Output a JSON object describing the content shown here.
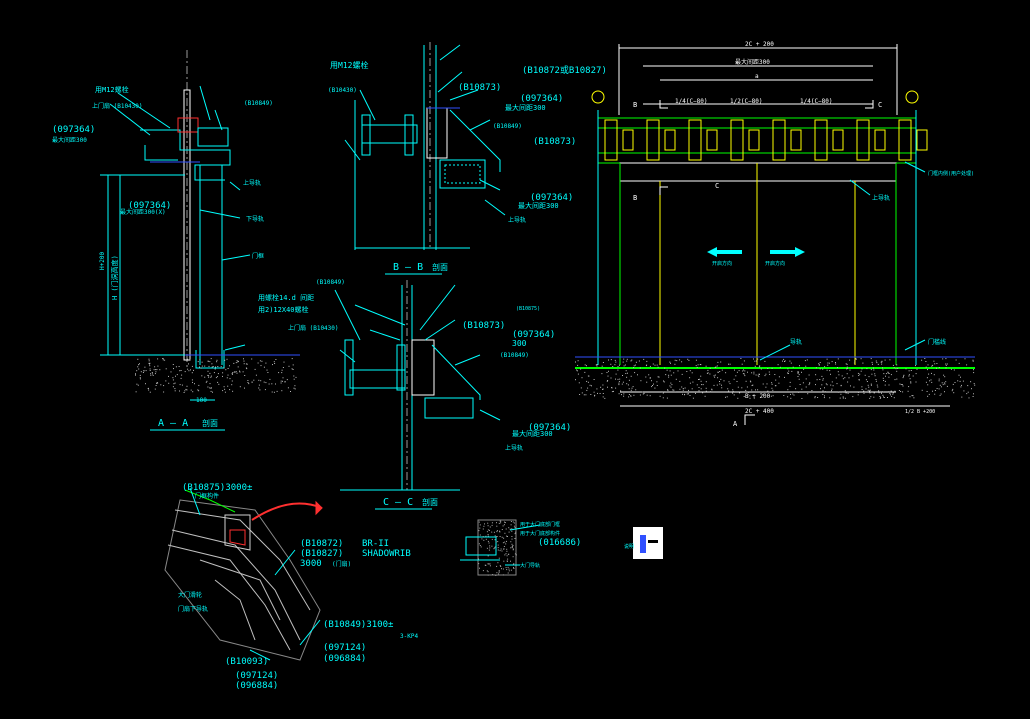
{
  "colors": {
    "background": "#000000",
    "cyan": "#00ffff",
    "white": "#ffffff",
    "yellow": "#ffff00",
    "green": "#00ff00",
    "blue": "#3050ff",
    "red": "#ff2020",
    "grey": "#9a9a9a"
  },
  "section_aa": {
    "title": "A — A",
    "suffix": "剖面",
    "labels": {
      "m12": "用M12螺栓",
      "ref_b10430": "上门扇 (B10430)",
      "dim_097364_a": "(097364)",
      "dim_300_a": "最大间距300",
      "ref_b10849": "(B10849)",
      "dim_097364_b": "(097364)",
      "dim_300_b": "最大间距300(X)",
      "h_plus": "H+200",
      "h_text": "H (门洞高度)",
      "dim_100": "100",
      "frame": "门框",
      "upper": "上导轨",
      "lower": "下导轨"
    }
  },
  "section_bb": {
    "title": "B — B",
    "suffix": "剖面",
    "labels": {
      "m12": "用M12螺栓",
      "b10430": "(B10430)",
      "b10873": "(B10873)",
      "dim_097364_a": "(097364)",
      "dim_300_a": "最大间距300",
      "b10849": "(B10849)",
      "dim_097364_b": "(097364)",
      "dim_300_b": "最大间距300",
      "upper": "上导轨"
    }
  },
  "section_cc": {
    "title": "C — C",
    "suffix": "剖面",
    "labels": {
      "b10849": "(B10849)",
      "bolt": "用螺栓14.d 间距",
      "chain": "用2)12X40螺栓",
      "b10430": "上门扇 (B10430)",
      "b10873": "(B10873)",
      "b10875": "(B10875)",
      "dim_097364_a": "(097364)",
      "dim_300_a": "300",
      "b10849_b": "(B10849)",
      "dim_097364_b": "(097364)",
      "dim_300_b": "最大间距300",
      "upper": "上导轨"
    }
  },
  "elevation": {
    "top_dim": "2C + 200",
    "inner_dim": "最大间距300",
    "a_dim": "a",
    "refs_top": "(B10872或B10827)",
    "quarter_l": "1/4(C−80)",
    "half": "1/2(C−80)",
    "quarter_r": "1/4(C−80)",
    "b10873": "(B10873)",
    "label_b": "B",
    "label_c": "C",
    "label_a": "A",
    "open_left": "开启方向",
    "open_right": "开启方向",
    "upper_track": "上导轨",
    "bottom_dim": "B + 200",
    "total_dim": "2C + 400",
    "right_dim": "1/2 B +200",
    "right_note": "门框内侧(用户处理)",
    "floor_note": "门槛线",
    "guide": "导轨"
  },
  "isometric": {
    "ref1": "(B10875)3000±",
    "ref1b": "门框构件",
    "ref2": "(B10872)",
    "ref2b": "BR-II",
    "ref3": "(B10827)",
    "ref3b": "SHADOWRIB",
    "ref4": "3000",
    "ref4b": "(门扇)",
    "ref5": "(B10849)3100±",
    "ref5b": "3-KP4",
    "ref6": "(097124)",
    "ref7": "(096884)",
    "ref8": "(B10093)",
    "ref9": "(097124)",
    "ref10": "(096884)",
    "left1": "大门滑轮",
    "left2": "门扇下导轨"
  },
  "detail": {
    "ref": "(016686)",
    "note1": "用于大门底部门框",
    "note2": "用于大门底部构件",
    "note3": "大门导轨"
  },
  "legend": {
    "text": "说明"
  }
}
